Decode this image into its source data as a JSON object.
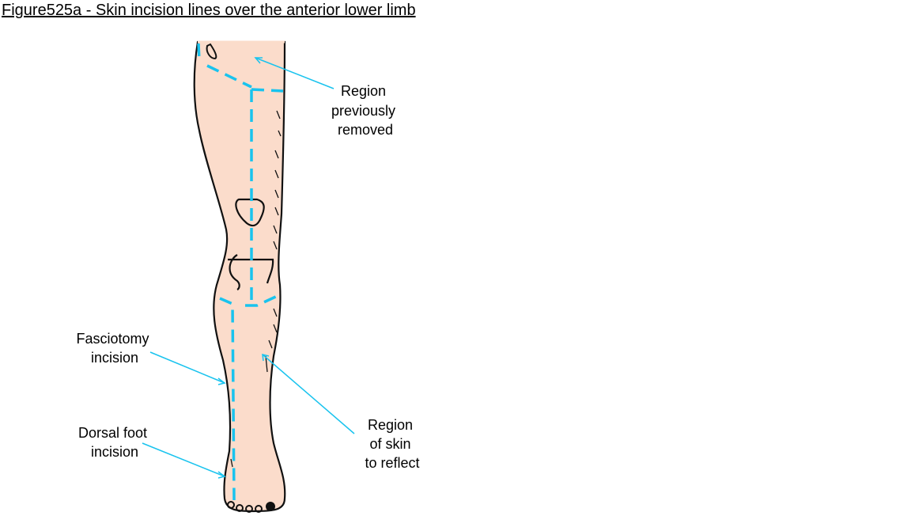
{
  "title": "Figure525a - Skin incision lines over the anterior lower limb",
  "labels": {
    "region_removed": [
      "Region",
      "previously",
      "removed"
    ],
    "fasciotomy": [
      "Fasciotomy",
      "incision"
    ],
    "dorsal_foot": [
      "Dorsal foot",
      "incision"
    ],
    "region_reflect": [
      "Region",
      "of skin",
      "to reflect"
    ]
  },
  "colors": {
    "skin": "#fbdccb",
    "incision": "#19c3ee",
    "outline": "#111111"
  }
}
